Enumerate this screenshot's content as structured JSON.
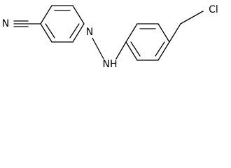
{
  "molecule": {
    "atoms": {
      "nitrile_n": "N",
      "pyridine_n": "N",
      "amine": "NH",
      "chlorine": "Cl"
    }
  },
  "colors": {
    "bond": "#000000",
    "text": "#000000",
    "background": "#ffffff"
  }
}
